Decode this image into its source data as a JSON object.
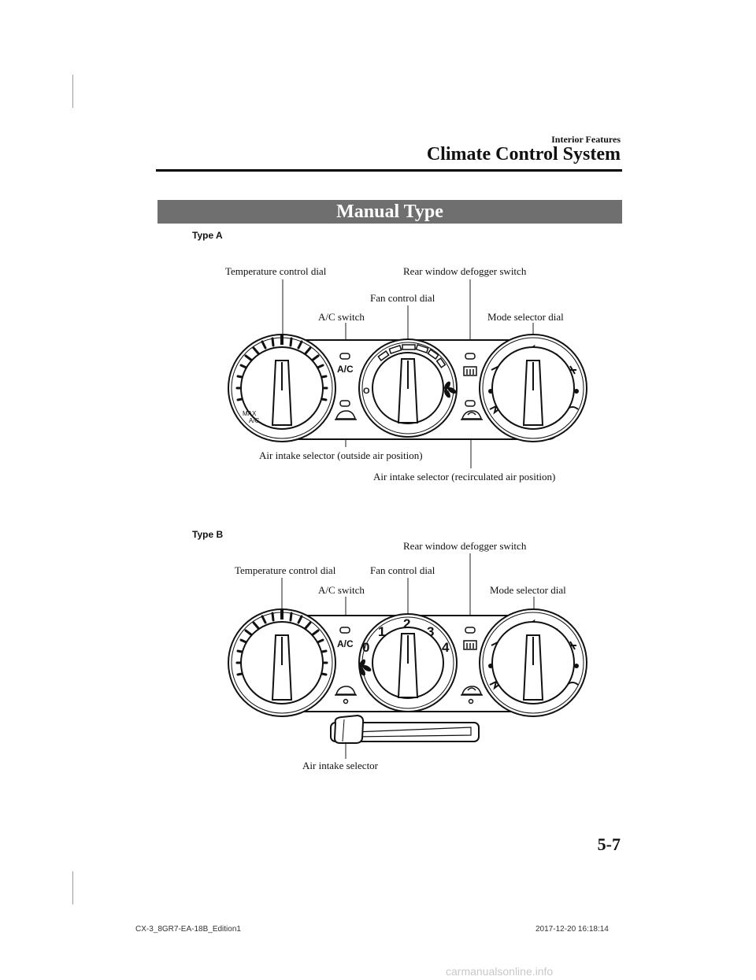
{
  "header": {
    "section": "Interior Features",
    "title": "Climate Control System"
  },
  "banner": "Manual Type",
  "type_a": {
    "label": "Type A",
    "callouts": {
      "temperature_dial": "Temperature control dial",
      "rear_defogger": "Rear window defogger switch",
      "fan_dial": "Fan control dial",
      "ac_switch": "A/C switch",
      "mode_dial": "Mode selector dial",
      "intake_outside": "Air intake selector (outside air position)",
      "intake_recirc": "Air intake selector (recirculated air position)"
    },
    "panel_text": {
      "ac": "A/C",
      "max": "MAX",
      "max_ac": "A/C",
      "fan_zero": "O"
    }
  },
  "type_b": {
    "label": "Type B",
    "callouts": {
      "rear_defogger": "Rear window defogger switch",
      "temperature_dial": "Temperature control dial",
      "fan_dial": "Fan control dial",
      "ac_switch": "A/C switch",
      "mode_dial": "Mode selector dial",
      "intake_selector": "Air intake selector"
    },
    "panel_text": {
      "ac": "A/C",
      "fan_speeds": [
        "0",
        "1",
        "2",
        "3",
        "4"
      ]
    }
  },
  "page_number": "5-7",
  "footer": {
    "left": "CX-3_8GR7-EA-18B_Edition1",
    "right": "2017-12-20 16:18:14"
  },
  "watermark": "carmanualsonline.info"
}
